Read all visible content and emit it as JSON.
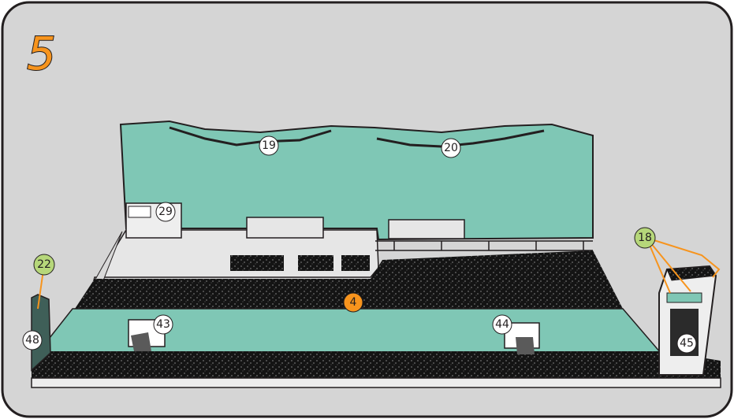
{
  "step_number": "5",
  "colors": {
    "background": "#d5d5d5",
    "frame": "#231f20",
    "teal": "#7fc7b5",
    "dark": "#1a1a1a",
    "callout_white": "#ffffff",
    "callout_green": "#b6d77a",
    "callout_orange": "#f7941d"
  },
  "callouts": {
    "c19": "19",
    "c20": "20",
    "c29": "29",
    "c18": "18",
    "c22": "22",
    "c4": "4",
    "c48": "48",
    "c43": "43",
    "c44": "44",
    "c45": "45"
  }
}
